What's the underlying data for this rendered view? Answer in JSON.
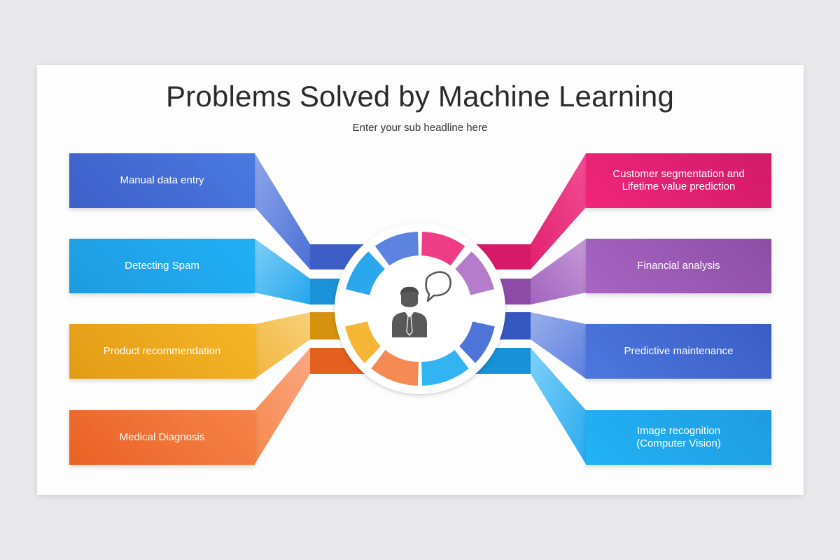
{
  "title": "Problems Solved by Machine Learning",
  "subtitle": "Enter your sub headline here",
  "center_icon": "businessman-with-speech-bubble-icon",
  "left_items": [
    {
      "label": "Manual data entry",
      "color_start": "#3e5fc8",
      "color_end": "#4a7ae0"
    },
    {
      "label": "Detecting Spam",
      "color_start": "#1e9be0",
      "color_end": "#21b0f5"
    },
    {
      "label": "Product recommendation",
      "color_start": "#e39b16",
      "color_end": "#f5b526"
    },
    {
      "label": "Medical Diagnosis",
      "color_start": "#ea6124",
      "color_end": "#f5834a"
    }
  ],
  "right_items": [
    {
      "label": "Customer segmentation and\nLifetime value prediction",
      "color_start": "#d11b68",
      "color_end": "#f0257a"
    },
    {
      "label": "Financial analysis",
      "color_start": "#8c4ea5",
      "color_end": "#a865c4"
    },
    {
      "label": "Predictive maintenance",
      "color_start": "#3a5dc5",
      "color_end": "#4d78de"
    },
    {
      "label": "Image recognition\n(Computer Vision)",
      "color_start": "#1f9be0",
      "color_end": "#22b3f6"
    }
  ]
}
